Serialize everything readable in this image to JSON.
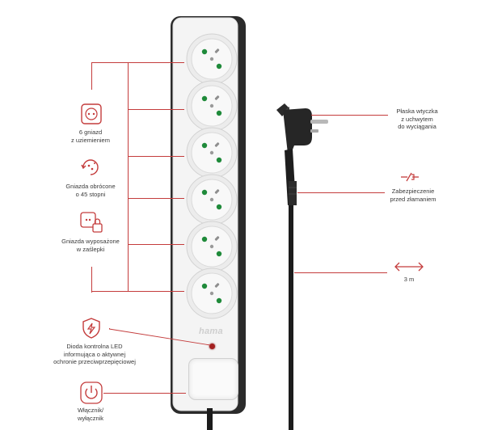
{
  "brand": "hama",
  "colors": {
    "accent": "#c43c3c",
    "strip_body": "#f3f3f3",
    "strip_edge": "#2b2b2b",
    "pin_green": "#1f8a3a"
  },
  "left_features": [
    {
      "icon": "socket-icon",
      "lines": [
        "6 gniazd",
        "z uziemieniem"
      ]
    },
    {
      "icon": "rotation-icon",
      "lines": [
        "Gniazda obrócone",
        "o 45 stopni"
      ]
    },
    {
      "icon": "child-lock-icon",
      "lines": [
        "Gniazda wyposażone",
        "w zaślepki"
      ]
    },
    {
      "icon": "shield-lightning-icon",
      "lines": [
        "Dioda kontrolna LED",
        "informująca o aktywnej",
        "ochronie przeciwprzepięciowej"
      ]
    },
    {
      "icon": "power-icon",
      "lines": [
        "Włącznik/",
        "wyłącznik"
      ]
    }
  ],
  "right_features": [
    {
      "icon": "flat-plug-icon",
      "lines": [
        "Płaska wtyczka",
        "z uchwytem",
        "do wyciągania"
      ]
    },
    {
      "icon": "cable-protection-icon",
      "lines": [
        "Zabezpieczenie",
        "przed złamaniem"
      ]
    },
    {
      "icon": "length-arrow-icon",
      "lines": [
        "3 m"
      ]
    }
  ],
  "socket_count": 6
}
